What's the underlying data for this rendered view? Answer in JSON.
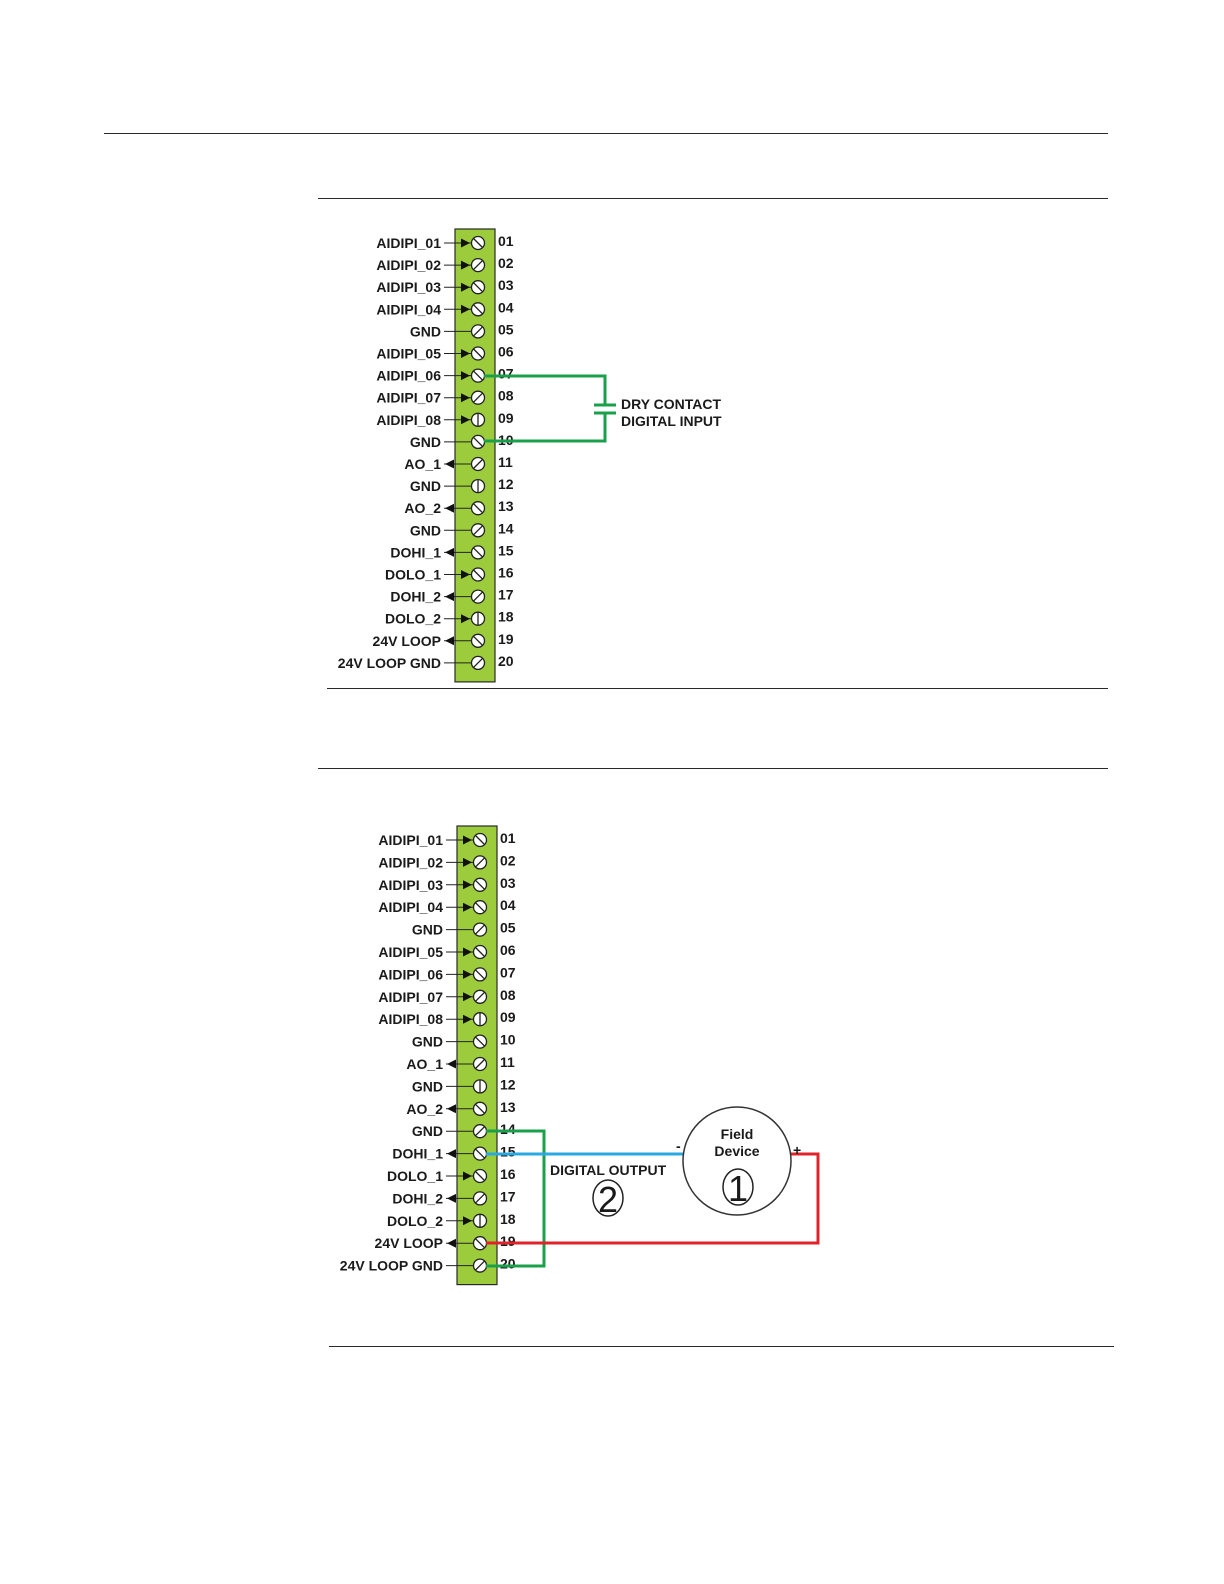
{
  "terminal_block": {
    "color": "#9ccb3b",
    "pins": [
      {
        "num": "01",
        "label": "AIDIPI_01",
        "dir": "in"
      },
      {
        "num": "02",
        "label": "AIDIPI_02",
        "dir": "in"
      },
      {
        "num": "03",
        "label": "AIDIPI_03",
        "dir": "in"
      },
      {
        "num": "04",
        "label": "AIDIPI_04",
        "dir": "in"
      },
      {
        "num": "05",
        "label": "GND",
        "dir": "none"
      },
      {
        "num": "06",
        "label": "AIDIPI_05",
        "dir": "in"
      },
      {
        "num": "07",
        "label": "AIDIPI_06",
        "dir": "in"
      },
      {
        "num": "08",
        "label": "AIDIPI_07",
        "dir": "in"
      },
      {
        "num": "09",
        "label": "AIDIPI_08",
        "dir": "in"
      },
      {
        "num": "10",
        "label": "GND",
        "dir": "none"
      },
      {
        "num": "11",
        "label": "AO_1",
        "dir": "out"
      },
      {
        "num": "12",
        "label": "GND",
        "dir": "none"
      },
      {
        "num": "13",
        "label": "AO_2",
        "dir": "out"
      },
      {
        "num": "14",
        "label": "GND",
        "dir": "none"
      },
      {
        "num": "15",
        "label": "DOHI_1",
        "dir": "out"
      },
      {
        "num": "16",
        "label": "DOLO_1",
        "dir": "in"
      },
      {
        "num": "17",
        "label": "DOHI_2",
        "dir": "out"
      },
      {
        "num": "18",
        "label": "DOLO_2",
        "dir": "in"
      },
      {
        "num": "19",
        "label": "24V LOOP",
        "dir": "out"
      },
      {
        "num": "20",
        "label": "24V LOOP GND",
        "dir": "none"
      }
    ]
  },
  "diagram1": {
    "label_line1": "DRY CONTACT",
    "label_line2": "DIGITAL INPUT",
    "wire_color": "#1aa04a"
  },
  "diagram2": {
    "output_label": "DIGITAL OUTPUT",
    "output_marker": "2",
    "device_line1": "Field",
    "device_line2": "Device",
    "device_marker": "1",
    "minus_sign": "-",
    "plus_sign": "+",
    "colors": {
      "ground": "#1aa04a",
      "signal": "#29a9e0",
      "power": "#e0232a"
    }
  }
}
